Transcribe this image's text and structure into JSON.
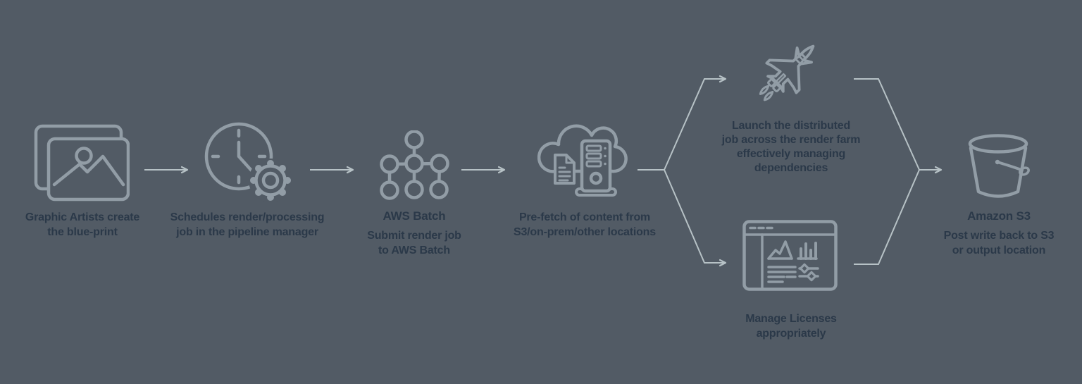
{
  "palette": {
    "background": "#525b65",
    "icon_stroke": "#929da6",
    "connector": "#b7c2c6",
    "text": "#2b3949"
  },
  "diagram": {
    "description": "AWS Batch render pipeline flow",
    "steps": [
      {
        "id": "create-blueprint",
        "icon": "images-icon",
        "label": "Graphic Artists create\nthe blue-print"
      },
      {
        "id": "schedule-job",
        "icon": "clock-gear-icon",
        "label": "Schedules render/processing\njob in the pipeline manager"
      },
      {
        "id": "aws-batch",
        "icon": "batch-nodes-icon",
        "title": "AWS Batch",
        "label": "Submit render job\nto AWS Batch"
      },
      {
        "id": "prefetch-content",
        "icon": "cloud-server-doc-icon",
        "label": "Pre-fetch of content from\nS3/on-prem/other locations"
      },
      {
        "id": "render-farm",
        "icon": "jet-icon",
        "label": "Launch the distributed\njob across the render farm\neffectively managing\ndependencies"
      },
      {
        "id": "manage-licenses",
        "icon": "license-dashboard-icon",
        "label": "Manage Licenses\nappropriately"
      },
      {
        "id": "amazon-s3",
        "icon": "s3-bucket-icon",
        "title": "Amazon S3",
        "label": "Post write back to S3\nor output location"
      }
    ]
  }
}
